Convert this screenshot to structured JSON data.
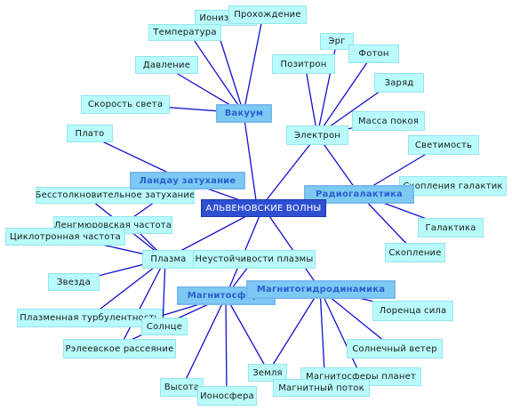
{
  "diagram": {
    "center": "АЛЬВЕНОВСКИЕ ВОЛНЫ",
    "topics": {
      "vacuum": "Вакуум",
      "electron": "Электрон",
      "landau": "Ландау затухание",
      "radiogalaxy": "Радиогалактика",
      "plasma": "Плазма",
      "instability": "Неустойчивости плазмы",
      "magnetosphere": "Магнитосфера",
      "mhd": "Магнитогидродинамика"
    },
    "leaves": {
      "ionization": "Ионизация",
      "passage": "Прохождение",
      "temperature": "Температура",
      "pressure": "Давление",
      "speed_of_light": "Скорость света",
      "plato": "Плато",
      "erg": "Эрг",
      "positron": "Позитрон",
      "photon": "Фотон",
      "charge": "Заряд",
      "rest_mass": "Масса покоя",
      "luminosity": "Светимость",
      "galaxy_clusters": "Скопления галактик",
      "galaxy": "Галактика",
      "cluster": "Скопление",
      "collisionless_damping": "Бесстолкновительное затухание",
      "langmuir_frequency": "Ленгмюровская частота",
      "cyclotron_frequency": "Циклотронная частота",
      "star": "Звезда",
      "plasma_turbulence": "Плазменная турбулентность",
      "sun": "Солнце",
      "rayleigh_scattering": "Рэлеевское рассеяние",
      "lorentz_force": "Лоренца сила",
      "solar_wind": "Солнечный ветер",
      "planet_magnetospheres": "Магнитосферы планет",
      "magnetic_flux": "Магнитный поток",
      "earth": "Земля",
      "height": "Высота",
      "ionosphere": "Ионосфера"
    }
  }
}
